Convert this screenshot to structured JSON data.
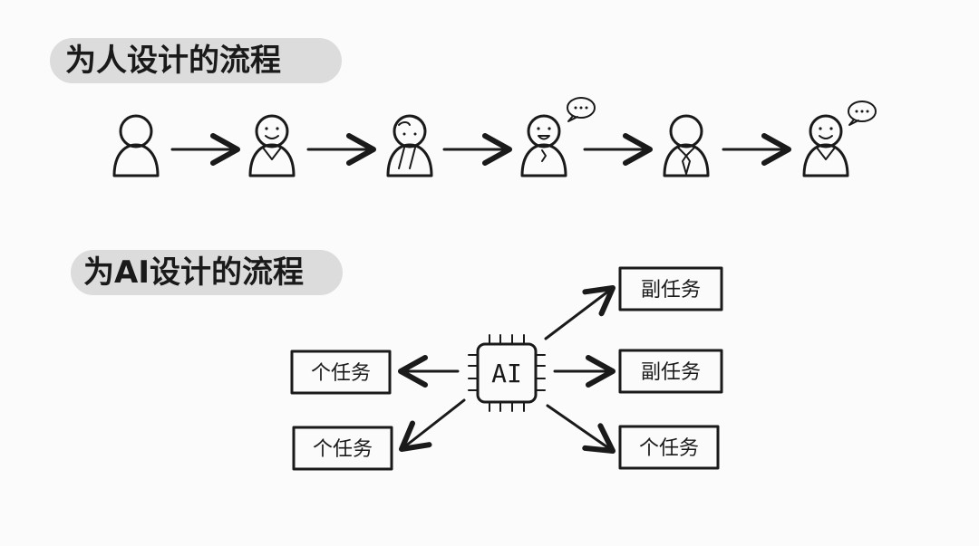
{
  "section_human": {
    "title": "为人设计的流程",
    "people": [
      "person-blank-icon",
      "person-smiling-icon",
      "person-woman-icon",
      "person-talking-icon",
      "person-suit-icon",
      "person-talking-icon"
    ]
  },
  "section_ai": {
    "title": "为AI设计的流程",
    "chip_label": "AI",
    "left_tasks": [
      "个任务",
      "个任务"
    ],
    "right_tasks": [
      "副任务",
      "副任务",
      "个任务"
    ]
  },
  "colors": {
    "background": "#fbfbfb",
    "title_highlight": "#dcdcdc",
    "ink": "#1a1a1a"
  }
}
